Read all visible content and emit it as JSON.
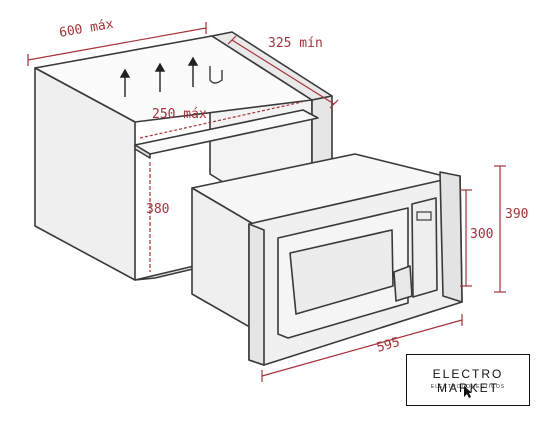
{
  "diagram": {
    "labels": {
      "width_max": "600 máx",
      "depth_min": "325 mín",
      "inner_depth_max": "250 máx",
      "cabinet_height": "380",
      "frame_height": "390",
      "body_height": "300",
      "frame_width": "595"
    },
    "colors": {
      "line": "#3a3a3a",
      "dimension": "#a8323a",
      "fill": "#f4f4f4"
    }
  },
  "badge": {
    "title": "ELECTRO MARKET",
    "subtitle": "ELECTRODOMESTICOS"
  }
}
